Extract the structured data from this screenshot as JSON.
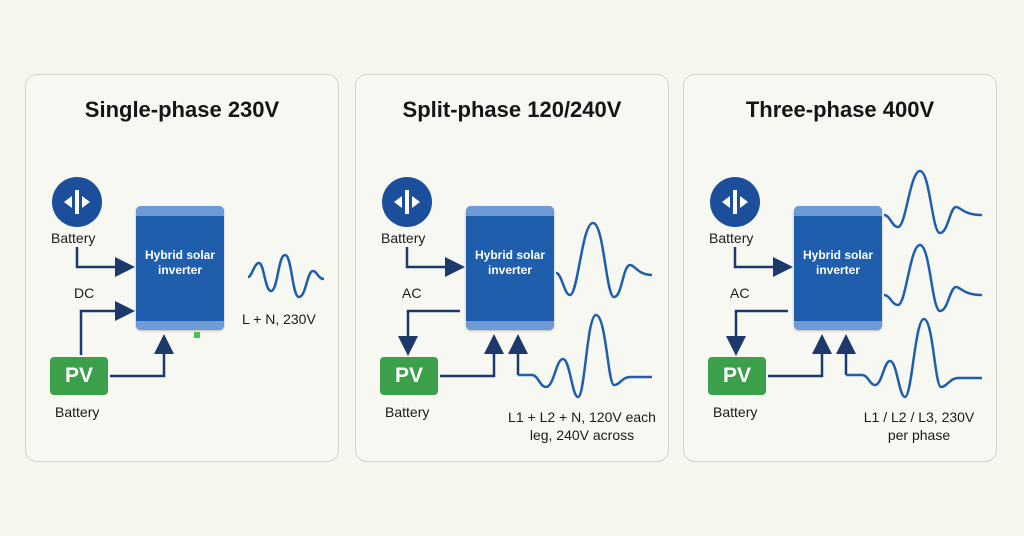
{
  "panels": [
    {
      "title": "Single-phase 230V",
      "battery_label": "Battery",
      "link_label": "DC",
      "inverter_label": "Hybrid solar inverter",
      "pv_label": "PV",
      "pv_battery_label": "Battery",
      "output_label": "L + N, 230V"
    },
    {
      "title": "Split-phase 120/240V",
      "battery_label": "Battery",
      "link_label": "AC",
      "inverter_label": "Hybrid solar inverter",
      "pv_label": "PV",
      "pv_battery_label": "Battery",
      "output_label_line1": "L1 + L2 + N, 120V each",
      "output_label_line2": "leg, 240V across"
    },
    {
      "title": "Three-phase 400V",
      "battery_label": "Battery",
      "link_label": "AC",
      "inverter_label": "Hybrid solar inverter",
      "pv_label": "PV",
      "pv_battery_label": "Battery",
      "output_label_line1": "L1 / L2 / L3, 230V",
      "output_label_line2": "per phase"
    }
  ],
  "colors": {
    "inverter": "#1f5ead",
    "inverter_cap": "#6e9ad6",
    "pv": "#3aa04a",
    "wire": "#1b3a6b",
    "wave": "#1f5ead",
    "battery_icon": "#1b4f9c"
  },
  "icons": [
    "battery-icon",
    "arrow-right-icon",
    "arrow-up-icon",
    "arrow-down-icon",
    "sine-wave-icon"
  ]
}
